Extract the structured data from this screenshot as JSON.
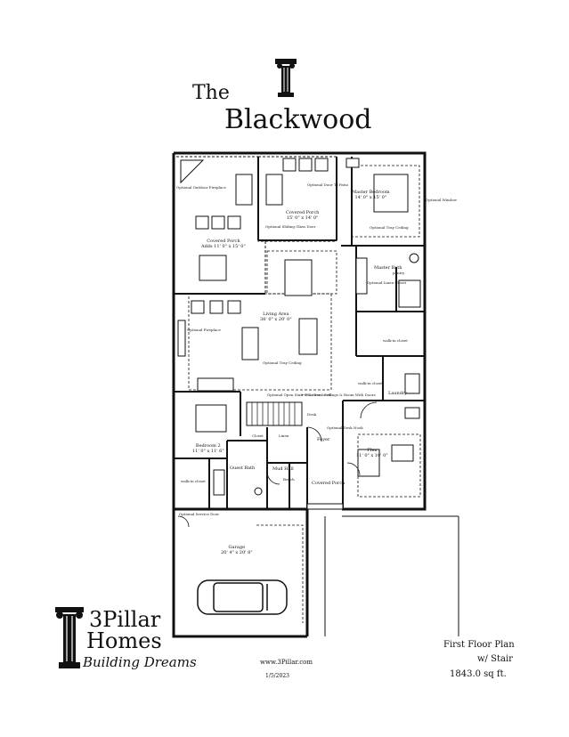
{
  "title": {
    "prefix": "The",
    "name": "Blackwood"
  },
  "rooms": {
    "covered_porch_rear": {
      "name": "Covered Porch",
      "dims": "Adds 11' 0\" x 15' 0\""
    },
    "covered_porch_center": {
      "name": "Covered Porch",
      "dims": "15' 0\" x 14' 0\""
    },
    "master_bedroom": {
      "name": "Master Bedroom",
      "dims": "14' 0\" x 15' 0\""
    },
    "living_area": {
      "name": "Living Area",
      "dims": "38' 0\" x 20' 0\""
    },
    "master_bath": {
      "name": "Master Bath"
    },
    "laundry": {
      "name": "Laundry"
    },
    "bedroom_2": {
      "name": "Bedroom 2",
      "dims": "11' 0\" x 11' 6\""
    },
    "guest_bath": {
      "name": "Guest Bath"
    },
    "mud_hall": {
      "name": "Mud Hall"
    },
    "foyer": {
      "name": "Foyer"
    },
    "flex": {
      "name": "Flex",
      "dims": "11' 0\" x 10' 0\""
    },
    "covered_porch_front": {
      "name": "Covered Porch"
    },
    "garage": {
      "name": "Garage",
      "dims": "20' 4\" x 20' 8\""
    }
  },
  "notes": {
    "fireplace": "Optional Outdoor Fireplace",
    "door": "Optional Door To Patio",
    "sliding": "Optional Sliding Glass Door",
    "tray": "Optional Tray Ceiling",
    "linen": "Optional Linen Closet",
    "tray2": "Optional Tray Ceiling",
    "fireplace2": "Optional Fireplace",
    "stair": "Optional Open Stair to Lower Level",
    "ceiling": "9' Flat Door Ceilings & Room With Doors",
    "desk": "Optional Desk Nook",
    "garage_door": "Optional Service Door",
    "window": "Optional Window"
  },
  "labels": {
    "closet": "Closet",
    "linen": "Linen",
    "wic": "walk-in closet",
    "wic2": "walk-in closet",
    "wic3": "walk-in closet",
    "pantry": "pantry",
    "desk": "Desk",
    "bench": "Bench"
  },
  "brand": {
    "logo_text_1": "3Pillar",
    "logo_text_2": "Homes",
    "tagline": "Building Dreams"
  },
  "footer": {
    "website": "www.3Pillar.com",
    "date": "1/5/2023"
  },
  "plan_info": {
    "line1": "First Floor Plan",
    "line2": "w/ Stair",
    "line3": "1843.0 sq ft."
  }
}
